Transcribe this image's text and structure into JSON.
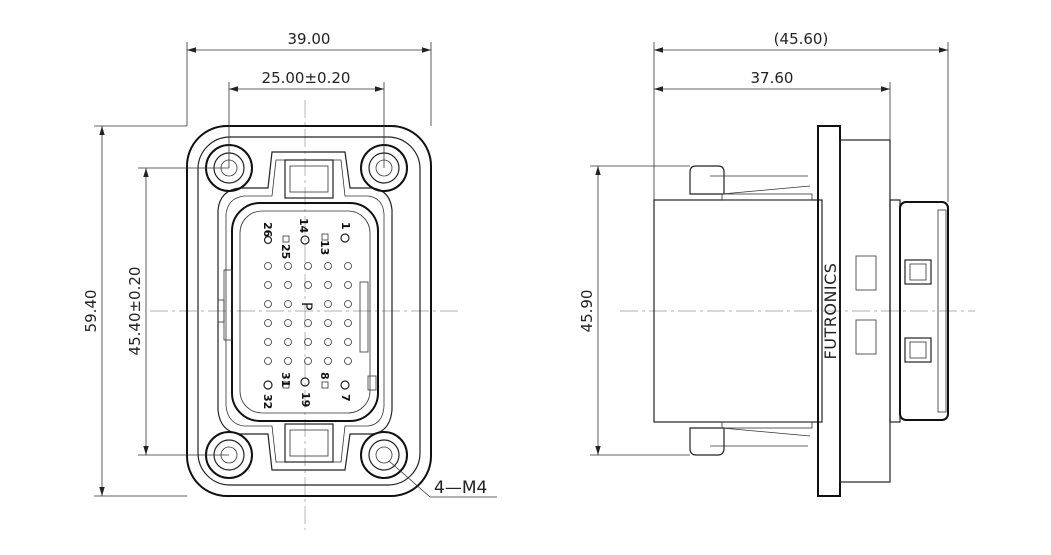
{
  "front_view": {
    "dims": {
      "width_overall": "39.00",
      "hole_spacing_h": "25.00±0.20",
      "height_overall": "59.40",
      "hole_spacing_v": "45.40±0.20"
    },
    "hole_callout": "4—M4",
    "pin_labels": {
      "p26": "26",
      "p14": "14",
      "p1": "1",
      "p25": "25",
      "p13": "13",
      "key": "P",
      "p31": "31",
      "p8": "8",
      "p32": "32",
      "p19": "19",
      "p7": "7"
    }
  },
  "side_view": {
    "dims": {
      "length_overall": "(45.60)",
      "length_body": "37.60",
      "body_height": "45.90"
    },
    "brand": "FUTRONICS"
  }
}
